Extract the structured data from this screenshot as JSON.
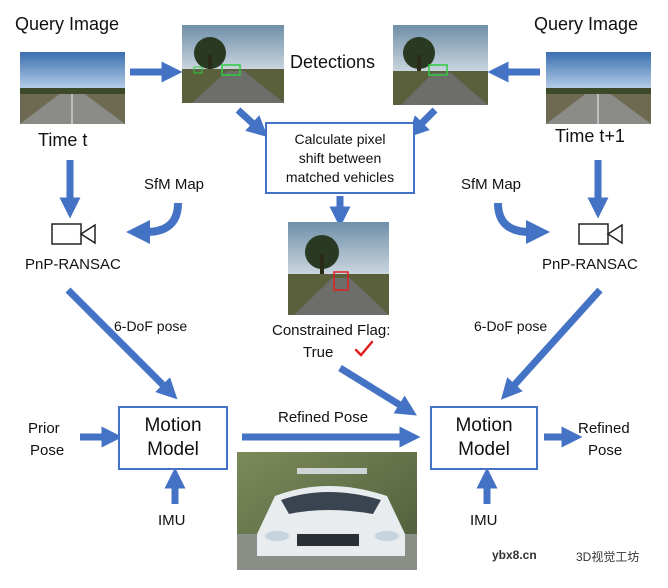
{
  "labels": {
    "query_left": "Query Image",
    "query_right": "Query Image",
    "detections": "Detections",
    "time_t": "Time t",
    "time_t1": "Time t+1",
    "sfm_left": "SfM Map",
    "sfm_right": "SfM Map",
    "pnp_left": "PnP-RANSAC",
    "pnp_right": "PnP-RANSAC",
    "dof_left": "6-DoF pose",
    "dof_right": "6-DoF pose",
    "flag_line1": "Constrained Flag:",
    "flag_line2": "True",
    "refined_pose_mid": "Refined Pose",
    "prior_line1": "Prior",
    "prior_line2": "Pose",
    "refined_right_line1": "Refined",
    "refined_right_line2": "Pose",
    "imu_left": "IMU",
    "imu_right": "IMU",
    "watermark": "ybx8.cn",
    "watermark2": "3D视觉工坊"
  },
  "calc_box": {
    "line1": "Calculate pixel",
    "line2": "shift between",
    "line3": "matched vehicles"
  },
  "motion_left": {
    "line1": "Motion",
    "line2": "Model"
  },
  "motion_right": {
    "line1": "Motion",
    "line2": "Model"
  },
  "colors": {
    "arrow": "#4472c4",
    "box_border": "#4472c4",
    "check": "#e02020",
    "detect_green": "#2ecc40",
    "detect_red": "#e02020"
  }
}
